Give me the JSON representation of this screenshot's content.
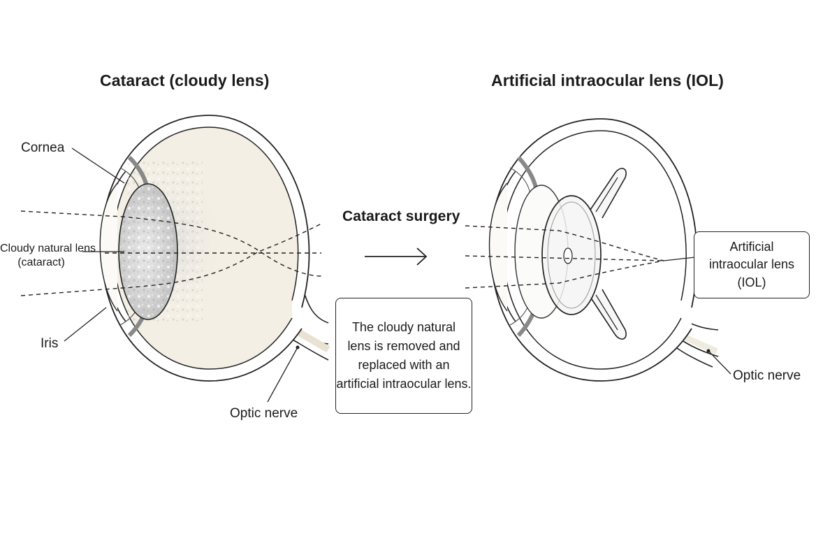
{
  "titles": {
    "left": "Cataract (cloudy lens)",
    "right": "Artificial intraocular lens (IOL)"
  },
  "labels": {
    "cornea": "Cornea",
    "cloudy_lens_line1": "Cloudy natural lens",
    "cloudy_lens_line2": "(cataract)",
    "iris": "Iris",
    "optic_nerve_left": "Optic nerve",
    "optic_nerve_right": "Optic nerve",
    "iol_line1": "Artificial",
    "iol_line2": "intraocular lens (IOL)"
  },
  "center": {
    "surgery_label": "Cataract surgery",
    "note_lines": [
      "The cloudy natural",
      "lens is removed and",
      "replaced with an",
      "artificial intraocular lens."
    ]
  },
  "colors": {
    "ink": "#1a1a1a",
    "eye_fill": "#f4efe5",
    "lens_cloudy": "#cfcfcf",
    "iris": "#d9d6d0"
  }
}
